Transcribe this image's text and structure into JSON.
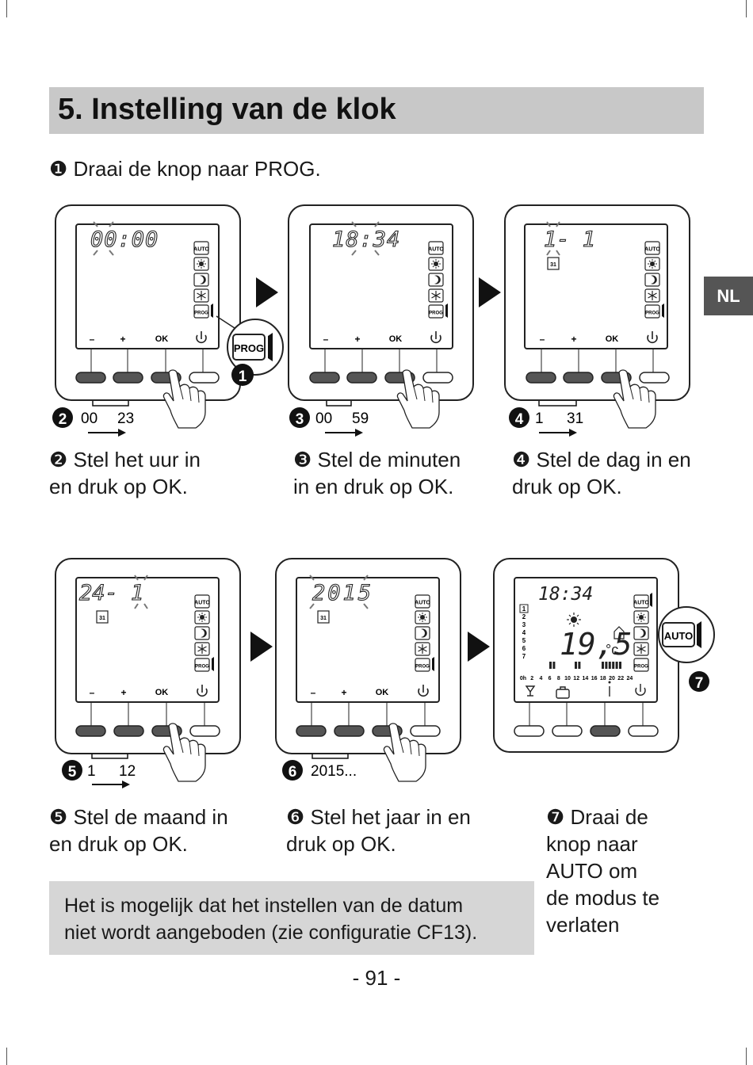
{
  "heading": "5. Instelling van de klok",
  "side_tab": "NL",
  "intro": "❶ Draai de knop naar PROG.",
  "steps": {
    "s2": [
      "❷ Stel het uur in",
      "en druk op OK."
    ],
    "s3": [
      "❸ Stel de minuten",
      "in en druk op OK."
    ],
    "s4": [
      "❹ Stel de dag in en",
      "druk op OK."
    ],
    "s5": [
      "❺ Stel de maand in",
      "en druk op OK."
    ],
    "s6": [
      "❻ Stel het jaar in en",
      "druk op OK."
    ],
    "s7": [
      "❼ Draai de",
      "knop naar",
      "AUTO om",
      "de modus te",
      "verlaten"
    ]
  },
  "note": [
    "Het is mogelijk dat het instellen van de datum",
    "niet wordt aangeboden (zie configuratie CF13)."
  ],
  "page_number": "- 91 -",
  "lcd": {
    "d1": "00:00",
    "d2": "18:34",
    "d3": "1-  1",
    "d4": "24-  1",
    "d5": "2015",
    "d6_time": "18:34",
    "d6_temp": "19,5",
    "d6_unit": "°c",
    "calendar": "31",
    "mode_auto": "AUTO",
    "mode_prog": "PROG",
    "btn_minus": "–",
    "btn_plus": "+",
    "btn_ok": "OK",
    "days": [
      "1",
      "2",
      "3",
      "4",
      "5",
      "6",
      "7"
    ],
    "hours": [
      "0h",
      "2",
      "4",
      "6",
      "8",
      "10",
      "12",
      "14",
      "16",
      "18",
      "20",
      "22",
      "24"
    ]
  },
  "callouts": {
    "prog_label": "PROG",
    "auto_label": "AUTO",
    "n1": "1",
    "n2": "2",
    "n3": "3",
    "n4": "4",
    "n5": "5",
    "n6": "6",
    "n7": "7"
  },
  "ranges": {
    "r2": [
      "00",
      "23"
    ],
    "r3": [
      "00",
      "59"
    ],
    "r4": [
      "1",
      "31"
    ],
    "r5": [
      "1",
      "12"
    ],
    "r6": "2015..."
  }
}
